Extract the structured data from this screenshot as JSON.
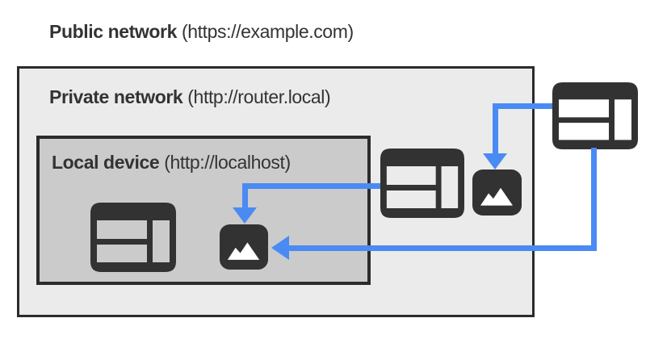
{
  "labels": {
    "public_title": "Public network",
    "public_detail": "(https://example.com)",
    "private_title": "Private network",
    "private_detail": "(http://router.local)",
    "local_title": "Local device",
    "local_detail": "(http://localhost)"
  },
  "icons": {
    "public_browser": "browser-window",
    "private_browser": "browser-window",
    "private_image": "image",
    "local_browser": "browser-window",
    "local_image": "image"
  },
  "arrows": [
    {
      "name": "private-browser-to-local-image",
      "from": "private-network-browser",
      "to": "local-device-image"
    },
    {
      "name": "public-browser-to-private-image",
      "from": "public-network-browser",
      "to": "private-network-image"
    },
    {
      "name": "public-browser-to-local-image",
      "from": "public-network-browser",
      "to": "local-device-image"
    }
  ],
  "colors": {
    "arrow": "#4a8af3",
    "icon": "#323232",
    "box_border": "#2b2b2b",
    "private_bg": "#ebebeb",
    "local_bg": "#cbcbcb",
    "text": "#333333",
    "background": "#ffffff"
  }
}
